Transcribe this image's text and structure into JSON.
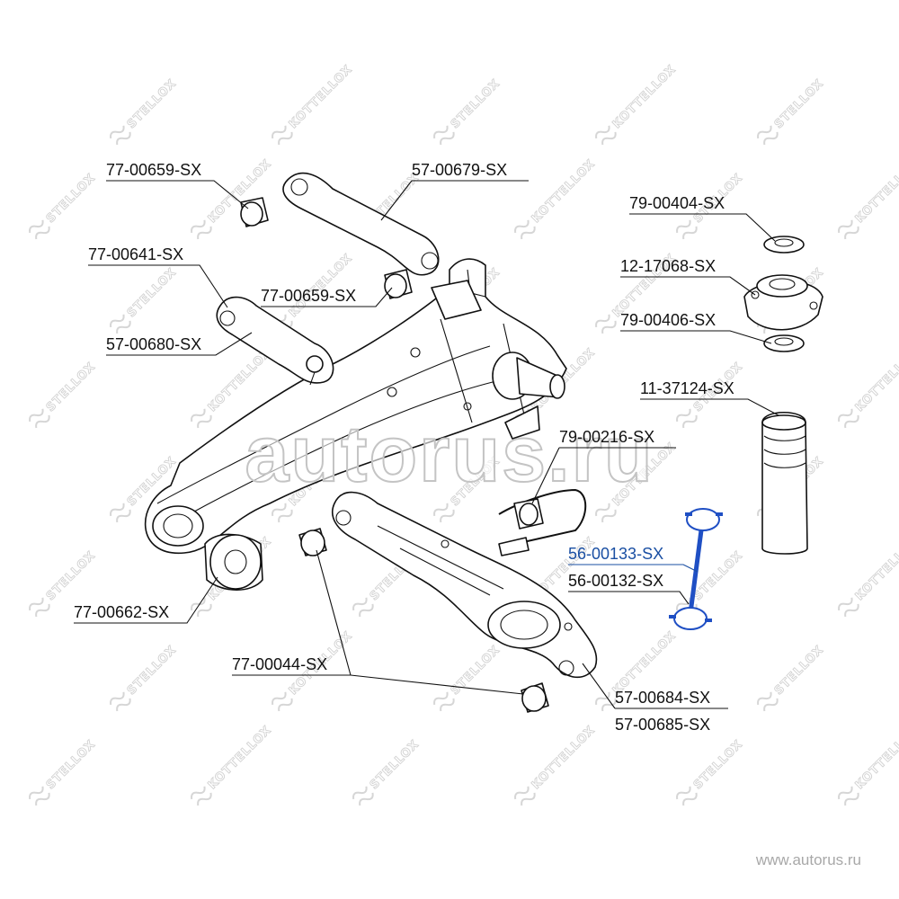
{
  "watermark": {
    "brand_a": "STELLOX",
    "brand_b": "KOTTELLOX",
    "overlay": "autorus.ru",
    "footer": "www.autorus.ru"
  },
  "highlight_color": "#1f4fc4",
  "parts": [
    {
      "id": "p1",
      "label": "77-00659-SX",
      "highlighted": false
    },
    {
      "id": "p2",
      "label": "57-00679-SX",
      "highlighted": false
    },
    {
      "id": "p3",
      "label": "77-00641-SX",
      "highlighted": false
    },
    {
      "id": "p4",
      "label": "77-00659-SX",
      "highlighted": false
    },
    {
      "id": "p5",
      "label": "57-00680-SX",
      "highlighted": false
    },
    {
      "id": "p6",
      "label": "79-00404-SX",
      "highlighted": false
    },
    {
      "id": "p7",
      "label": "12-17068-SX",
      "highlighted": false
    },
    {
      "id": "p8",
      "label": "79-00406-SX",
      "highlighted": false
    },
    {
      "id": "p9",
      "label": "11-37124-SX",
      "highlighted": false
    },
    {
      "id": "p10",
      "label": "79-00216-SX",
      "highlighted": false
    },
    {
      "id": "p11",
      "label": "56-00133-SX",
      "highlighted": true
    },
    {
      "id": "p12",
      "label": "56-00132-SX",
      "highlighted": false
    },
    {
      "id": "p13",
      "label": "77-00662-SX",
      "highlighted": false
    },
    {
      "id": "p14",
      "label": "77-00044-SX",
      "highlighted": false
    },
    {
      "id": "p15",
      "label": "57-00684-SX",
      "highlighted": false
    },
    {
      "id": "p16",
      "label": "57-00685-SX",
      "highlighted": false
    }
  ]
}
